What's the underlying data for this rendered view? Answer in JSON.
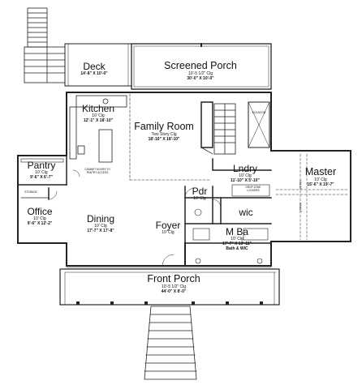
{
  "rooms": {
    "deck": {
      "name": "Deck",
      "dims": "14'-8\" X 10'-0\""
    },
    "screened_porch": {
      "name": "Screened Porch",
      "ceiling": "10'-5 1/2\" Clg",
      "dims": "30'-0\" X 10'-0\""
    },
    "kitchen": {
      "name": "Kitchen",
      "ceiling": "10' Clg",
      "dims": "12'-1\" X 18'-10\""
    },
    "family_room": {
      "name": "Family Room",
      "ceiling": "Two Story Clg",
      "dims": "18'-10\" X 18'-10\""
    },
    "pantry": {
      "name": "Pantry",
      "ceiling": "10' Clg",
      "dims": "9'-6\" X 6'-7\""
    },
    "laundry": {
      "name": "Lndry",
      "ceiling": "10' Clg",
      "dims": "11'-10\" X 5'-10\""
    },
    "master": {
      "name": "Master",
      "ceiling": "10' Clg",
      "dims": "15'-6\" X 19'-7\""
    },
    "powder": {
      "name": "Pdr",
      "ceiling": "10' Clg"
    },
    "office": {
      "name": "Office",
      "ceiling": "10' Clg",
      "dims": "9'-6\" X 12'-2\""
    },
    "dining": {
      "name": "Dining",
      "ceiling": "10' Clg",
      "dims": "17'-7\" X 17'-8\""
    },
    "foyer": {
      "name": "Foyer",
      "ceiling": "10' Clg"
    },
    "wic": {
      "name": "wic"
    },
    "master_bath": {
      "name": "M Ba",
      "ceiling": "10' Clg",
      "dims": "17'-7\" X 13'-11\"",
      "note": "Bath & WIC"
    },
    "front_porch": {
      "name": "Front Porch",
      "ceiling": "10'-5 1/2\" Clg",
      "dims": "44'-0\" X 8'-0\""
    }
  },
  "notes": {
    "cabinet": "CABINET DOORS TO PANTRY ACCESS",
    "storage": "STORAGE",
    "drop_zone": "DROP ZONE LOCKERS",
    "elevator": "ELEVATOR",
    "vault": "VAULT"
  }
}
